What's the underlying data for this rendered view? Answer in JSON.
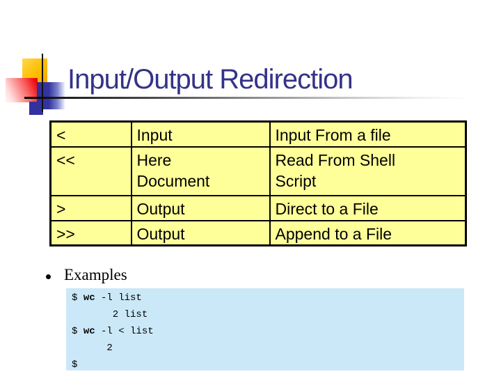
{
  "slide": {
    "title": "Input/Output Redirection"
  },
  "table": {
    "rows": [
      {
        "symbol": "<",
        "meaning": "Input",
        "description": "Input From a file"
      },
      {
        "symbol": "<<",
        "meaning": "Here\nDocument",
        "description": "Read From Shell\nScript"
      },
      {
        "symbol": ">",
        "meaning": "Output",
        "description": "Direct to a File"
      },
      {
        "symbol": ">>",
        "meaning": "Output",
        "description": "Append to a File"
      }
    ]
  },
  "bullet": {
    "label": "Examples"
  },
  "code": {
    "lines": [
      {
        "pre": "$ ",
        "cmd": "wc",
        "post": " -l list"
      },
      {
        "pre": "       2 list",
        "cmd": "",
        "post": ""
      },
      {
        "pre": "$ ",
        "cmd": "wc",
        "post": " -l < list"
      },
      {
        "pre": "      2",
        "cmd": "",
        "post": ""
      },
      {
        "pre": "$",
        "cmd": "",
        "post": ""
      }
    ]
  },
  "colors": {
    "title_text": "#333388",
    "table_background": "#FFFF99",
    "table_border": "#000000",
    "code_background": "#CBE8F8",
    "accent_yellow": "#FDBD00",
    "accent_red": "#EE0000",
    "accent_blue": "#32329F"
  }
}
